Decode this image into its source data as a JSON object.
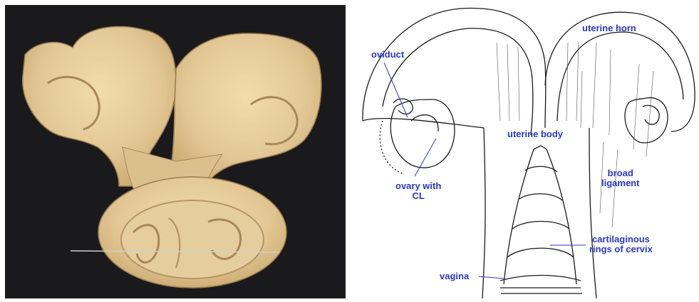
{
  "figure": {
    "photo": {
      "subject": "dissected bovine uterus specimen on dark background",
      "background_color": "#1a1a1c",
      "tissue_color": "#e3c896",
      "shadow_color": "#a8875a"
    },
    "diagram": {
      "label_color": "#2a36c8",
      "line_color": "#1a1a1a",
      "labels": {
        "oviduct": "oviduct",
        "uterine_horn": "uterine horn",
        "uterine_body": "uterine body",
        "ovary": "ovary with\nCL",
        "broad_ligament": "broad\nligament",
        "cervix_rings": "cartilaginous\nrings of cervix",
        "vagina": "vagina"
      }
    }
  }
}
